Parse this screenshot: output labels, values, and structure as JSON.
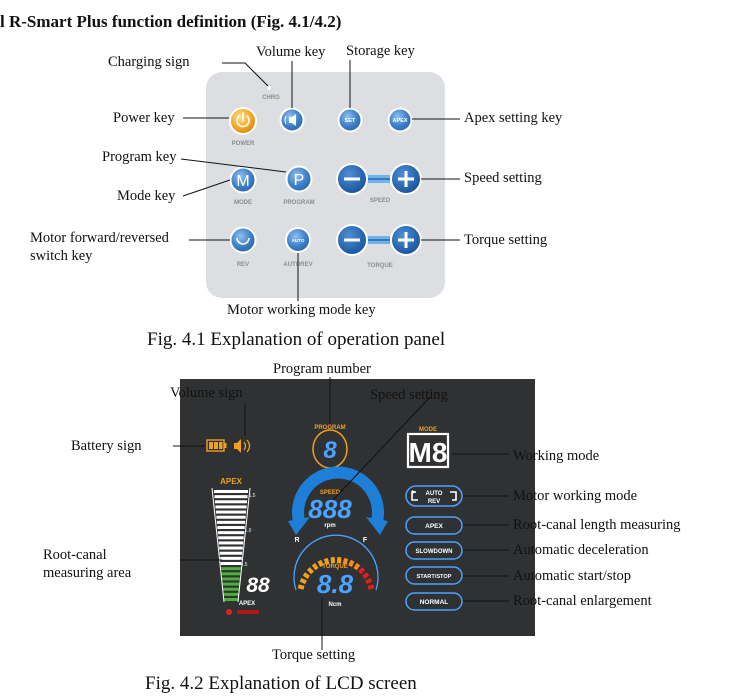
{
  "title": "l R-Smart Plus function definition (Fig. 4.1/4.2)",
  "fig1": {
    "caption": "Fig. 4.1 Explanation of operation panel",
    "panel": {
      "chrg": "CHRG",
      "power": "POWER",
      "set": "SET",
      "apex": "APEX",
      "mode_letter": "M",
      "program_letter": "P",
      "mode": "MODE",
      "program": "PROGRAM",
      "speed": "SPEED",
      "rev": "REV",
      "autorev": "AUTOREV",
      "auto_small": "AUTO",
      "torque": "TORQUE"
    },
    "labels": {
      "charging_sign": "Charging sign",
      "volume_key": "Volume key",
      "storage_key": "Storage key",
      "power_key": "Power key",
      "apex_setting_key": "Apex setting key",
      "program_key": "Program key",
      "speed_setting": "Speed setting",
      "mode_key": "Mode key",
      "motor_switch_1": "Motor forward/reversed",
      "motor_switch_2": "switch key",
      "torque_setting": "Torque setting",
      "motor_working_mode_key": "Motor working mode key"
    }
  },
  "fig2": {
    "caption": "Fig. 4.2 Explanation of LCD screen",
    "screen": {
      "program": "PROGRAM",
      "program_digit": "8",
      "mode": "MODE",
      "mode_value": "M8",
      "apex": "APEX",
      "tick_15": "1.5",
      "tick_10": "1.0",
      "tick_05": "0.5",
      "apex_digits": "88",
      "apex_label": "APEX",
      "speed": "SPEED",
      "speed_digits": "888",
      "rpm": "rpm",
      "r": "R",
      "f": "F",
      "torque": "TORQUE",
      "torque_digits": "8.8",
      "ncm": "Ncm",
      "auto": "AUTO",
      "rev": "REV",
      "btn_apex": "APEX",
      "btn_slowdown": "SLOWDOWN",
      "btn_startstop": "START/STOP",
      "btn_normal": "NORMAL"
    },
    "labels": {
      "program_number": "Program number",
      "volume_sign": "Volume sign",
      "speed_setting": "Speed setting",
      "battery_sign": "Battery sign",
      "working_mode": "Working mode",
      "motor_working_mode": "Motor working mode",
      "root_canal_length": "Root-canal length measuring",
      "root_canal_area_1": "Root-canal",
      "root_canal_area_2": "measuring area",
      "automatic_deceleration": "Automatic deceleration",
      "automatic_start_stop": "Automatic start/stop",
      "root_canal_enlargement": "Root-canal enlargement",
      "torque_setting": "Torque setting"
    }
  },
  "colors": {
    "panel": "#dcdee2",
    "key_blue": "#3d7fc8",
    "key_dark": "#1f5da8",
    "power": "#f5a623",
    "lcd": "#2f3133",
    "lcd_orange": "#f0a020",
    "lcd_blue": "#4aa3ff",
    "lcd_green": "#4caf3a"
  }
}
